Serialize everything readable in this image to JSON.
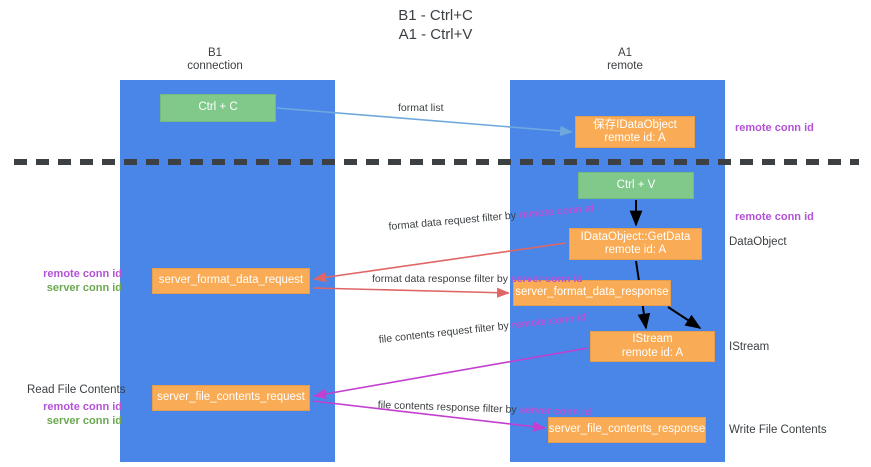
{
  "title": "B1 - Ctrl+C\nA1 - Ctrl+V",
  "columns": {
    "left": {
      "name": "B1",
      "role": "connection",
      "label": "B1\nconnection"
    },
    "right": {
      "name": "A1",
      "role": "remote",
      "label": "A1\nremote"
    }
  },
  "colors": {
    "lane": "#4a86e8",
    "green_node": "#80c98a",
    "orange_node": "#f9ab55",
    "remote_conn_id": "#b452d6",
    "server_conn_id_left": "#6aa84f",
    "server_conn_id_mid": "#b452d6",
    "arrow_blue": "#6fa8dc",
    "arrow_red": "#e06666",
    "arrow_magenta": "#c23fd0",
    "arrow_black": "#000000",
    "divider": "#3c4043",
    "text": "#3c4043",
    "background": "#ffffff"
  },
  "nodes": {
    "ctrl_c": {
      "label": "Ctrl + C",
      "style": "green",
      "column": "B1"
    },
    "save_idataobject": {
      "label": "保存IDataObject\nremote id: A",
      "line1": "保存IDataObject",
      "line2": "remote id: A",
      "style": "orange",
      "column": "A1"
    },
    "ctrl_v": {
      "label": "Ctrl + V",
      "style": "green",
      "column": "A1"
    },
    "getdata": {
      "label": "IDataObject::GetData\nremote id: A",
      "line1": "IDataObject::GetData",
      "line2": "remote id: A",
      "style": "orange",
      "column": "A1"
    },
    "server_format_data_request": {
      "label": "server_format_data_request",
      "style": "orange",
      "column": "B1"
    },
    "server_format_data_response": {
      "label": "server_format_data_response",
      "style": "orange",
      "column": "A1"
    },
    "istream": {
      "label": "IStream\nremote id: A",
      "line1": "IStream",
      "line2": "remote id: A",
      "style": "orange",
      "column": "A1"
    },
    "server_file_contents_request": {
      "label": "server_file_contents_request",
      "style": "orange",
      "column": "B1"
    },
    "server_file_contents_response": {
      "label": "server_file_contents_response",
      "style": "orange",
      "column": "A1"
    }
  },
  "edges": [
    {
      "id": "format-list",
      "label": "format list",
      "filter": "",
      "filter_prefix": "",
      "color": "#6fa8dc",
      "from": "ctrl_c",
      "to": "save_idataobject"
    },
    {
      "id": "format-data-request",
      "label": "format data request",
      "filter_prefix": "filter by ",
      "filter": "remote conn id",
      "filter_color": "#b452d6",
      "color": "#e06666",
      "from": "getdata",
      "to": "server_format_data_request"
    },
    {
      "id": "format-data-response",
      "label": "format data response",
      "filter_prefix": "filter by ",
      "filter": "server conn id",
      "filter_color": "#b452d6",
      "color": "#e06666",
      "from": "server_format_data_request",
      "to": "server_format_data_response"
    },
    {
      "id": "file-contents-request",
      "label": "file contents request",
      "filter_prefix": "filter by ",
      "filter": "remote conn id",
      "filter_color": "#b452d6",
      "color": "#c23fd0",
      "from": "istream",
      "to": "server_file_contents_request"
    },
    {
      "id": "file-contents-response",
      "label": "file contents response",
      "filter_prefix": "filter by ",
      "filter": "server conn id",
      "filter_color": "#b452d6",
      "color": "#c23fd0",
      "from": "server_file_contents_request",
      "to": "server_file_contents_response"
    }
  ],
  "annotations": {
    "right_remote_top": "remote conn id",
    "right_remote_mid": "remote conn id",
    "right_dataobject": "DataObject",
    "right_istream": "IStream",
    "right_write_file": "Write File Contents",
    "left_remote_1": "remote conn id",
    "left_server_1": "server conn id",
    "left_read_file": "Read File Contents",
    "left_remote_2": "remote conn id",
    "left_server_2": "server conn id"
  }
}
